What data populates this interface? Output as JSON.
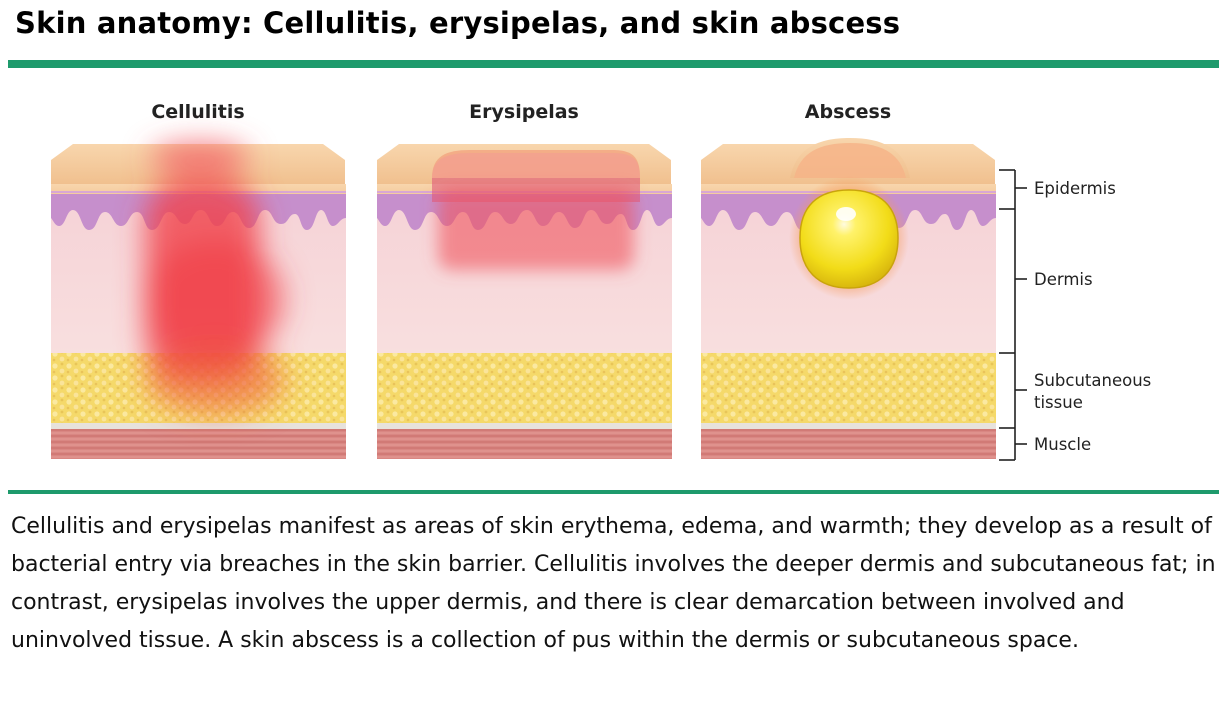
{
  "title": "Skin anatomy: Cellulitis, erysipelas, and skin abscess",
  "panels": {
    "cellulitis": "Cellulitis",
    "erysipelas": "Erysipelas",
    "abscess": "Abscess"
  },
  "layers": {
    "epidermis": "Epidermis",
    "dermis": "Dermis",
    "subcutaneous_line1": "Subcutaneous",
    "subcutaneous_line2": "tissue",
    "muscle": "Muscle"
  },
  "caption": "Cellulitis and erysipelas manifest as areas of skin erythema, edema, and warmth; they develop as a result of bacterial entry via breaches in the skin barrier. Cellulitis involves the deeper dermis and subcutaneous fat; in contrast, erysipelas involves the upper dermis, and there is clear demarcation between involved and uninvolved tissue. A skin abscess is a collection of pus within the dermis or subcutaneous space.",
  "colors": {
    "accent_rule": "#1e9a6c",
    "skin_surface": "#f5c99a",
    "epidermis": "#c98fce",
    "dermis": "#f7dada",
    "fat": "#f5dc6e",
    "muscle": "#d9827d",
    "inflammation": "#f0414a",
    "pus": "#f2e020"
  }
}
